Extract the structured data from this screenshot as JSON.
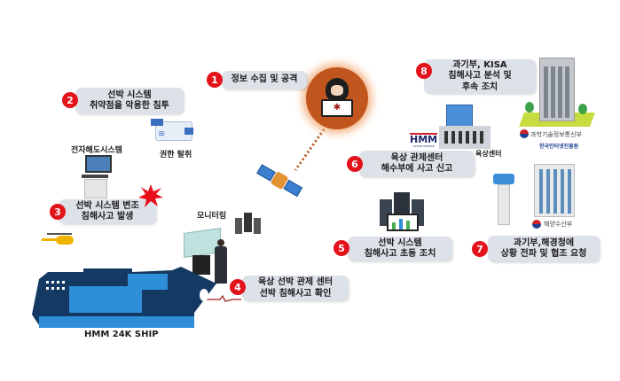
{
  "steps": [
    {
      "num": "1",
      "lines": [
        "정보 수집 및 공격"
      ]
    },
    {
      "num": "2",
      "lines": [
        "선박 시스템",
        "취약점을 악용한 침투"
      ]
    },
    {
      "num": "3",
      "lines": [
        "선박 시스템 변조",
        "침해사고 발생"
      ]
    },
    {
      "num": "4",
      "lines": [
        "육상 선박 관제 센터",
        "선박 침해사고 확인"
      ]
    },
    {
      "num": "5",
      "lines": [
        "선박 시스템",
        "침해사고 초동 조치"
      ]
    },
    {
      "num": "6",
      "lines": [
        "육상 관제센터",
        "해수부에 사고 신고"
      ]
    },
    {
      "num": "7",
      "lines": [
        "과기부,해경청에",
        "상황 전파 및 협조 요청"
      ]
    },
    {
      "num": "8",
      "lines": [
        "과기부, KISA",
        "침해사고 분석 및",
        "후속 조치"
      ]
    }
  ],
  "labels": {
    "privilege": "권한 탈취",
    "ecdis": "전자해도시스템",
    "monitoring": "모니터링",
    "land_center": "육상센터",
    "ship": "HMM 24K SHIP",
    "hmm_logo": "HMM",
    "hmm_sub": "OCEAN SERVICE",
    "msit": "과학기술정보통신부",
    "kisa": "한국인터넷진흥원",
    "mof": "해양수산부"
  },
  "colors": {
    "badge": "#e3121b",
    "box": "#dde1e8",
    "hacker": "#c0561e",
    "ship": "#143a63",
    "ship_accent": "#2e8fd8"
  }
}
